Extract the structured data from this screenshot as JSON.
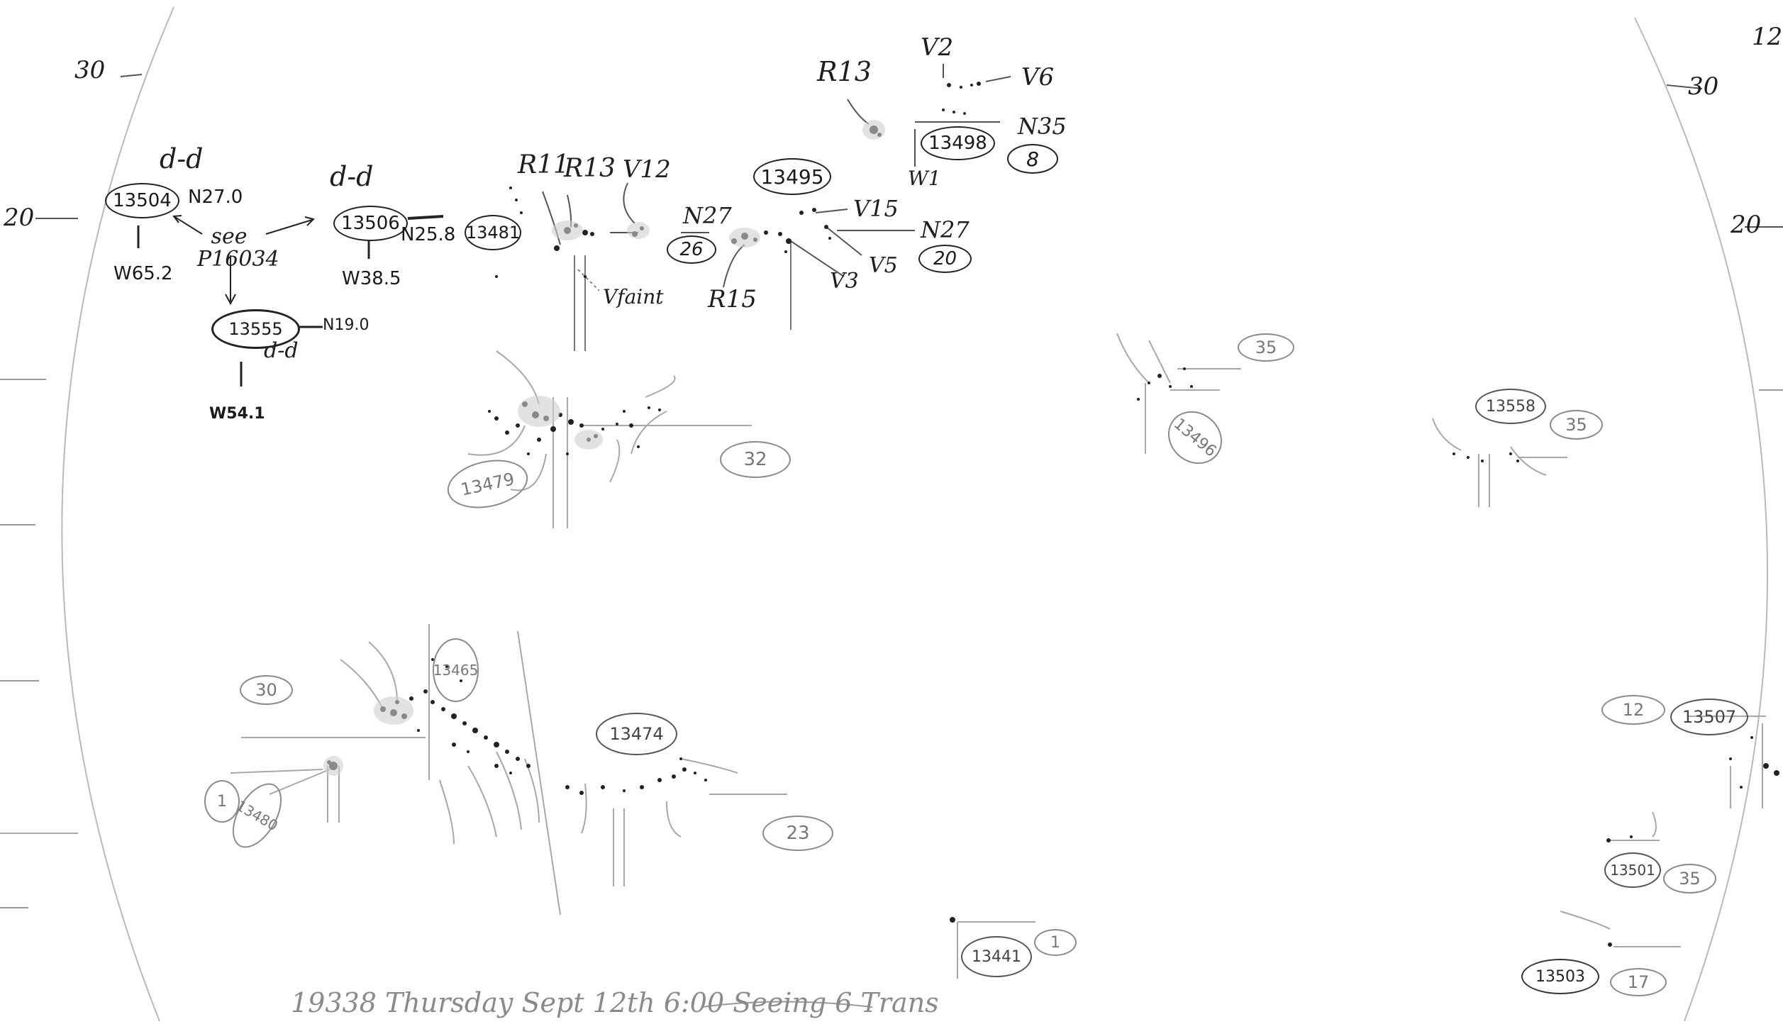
{
  "margins": {
    "left": [
      "30",
      "20"
    ],
    "right": [
      "12",
      "30",
      "20"
    ]
  },
  "sun": {
    "group1": {
      "left_spot": "13504",
      "left_label": "d-d",
      "left_n": "N27.0",
      "left_w": "W65.2",
      "note": "see P16034",
      "mid_spot": "13506",
      "mid_label": "d-d",
      "mid_n": "N25.8",
      "mid_w": "W38.5",
      "lower_spot": "13555",
      "lower_n": "N19.0",
      "lower_label": "d-d",
      "lower_w": "W54.1"
    },
    "group2": {
      "spot_a": "13481",
      "r11": "R11",
      "r13a": "R13",
      "v12": "V12",
      "vfaint": "Vfaint",
      "n27a": "N27",
      "count_a": "26",
      "r15": "R15",
      "spot_b": "13495",
      "v15": "V15",
      "v3": "V3",
      "v5": "V5",
      "n27b": "N27",
      "count_b": "20"
    },
    "group3": {
      "r13": "R13",
      "v2": "V2",
      "v6": "V6",
      "spot": "13498",
      "n35": "N35",
      "count": "8",
      "w1": "W1"
    },
    "group4": {
      "spot": "13479",
      "count": "32"
    },
    "group5": {
      "spot": "13496",
      "count": "35"
    },
    "group6": {
      "spot": "13558",
      "count": "35"
    },
    "group7": {
      "spot": "13465",
      "count": "30"
    },
    "group8": {
      "spot": "13474",
      "count": "23"
    },
    "group9": {
      "spot": "13480",
      "count": "1"
    },
    "group10": {
      "spot": "13441",
      "count": "1"
    },
    "group11": {
      "spot": "13507",
      "count": "12"
    },
    "group12": {
      "spot": "13501",
      "count": "35"
    },
    "group13": {
      "spot": "13503",
      "count": "17"
    }
  },
  "footer": "19338 Thursday Sept 12th 6:00 Seeing 6 Trans"
}
